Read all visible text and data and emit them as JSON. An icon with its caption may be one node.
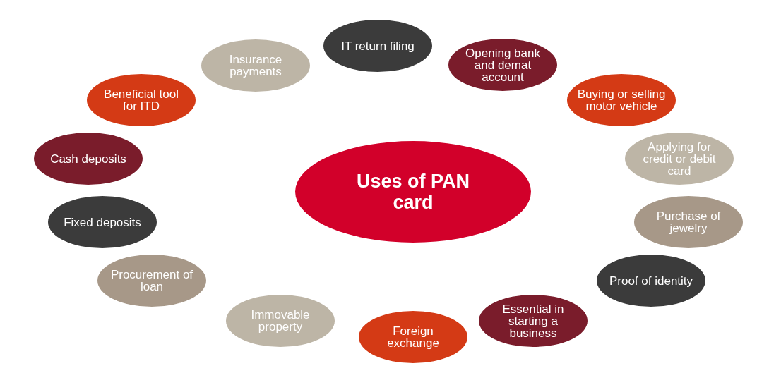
{
  "diagram": {
    "nodes": [
      {
        "text": [
          "Uses of PAN card"
        ]
      },
      {
        "text": [
          "IT return filing"
        ]
      },
      {
        "text": [
          "Opening bank and demat account"
        ]
      },
      {
        "text": [
          "Buying or selling motor vehicle"
        ]
      },
      {
        "text": [
          "Applying for credit or debit card"
        ]
      },
      {
        "text": [
          "Purchase of jewelry"
        ]
      },
      {
        "text": [
          "Proof of identity"
        ]
      },
      {
        "text": [
          "Essential in starting a business"
        ]
      },
      {
        "text": [
          "Foreign exchange"
        ]
      },
      {
        "text": [
          "Immovable property"
        ]
      },
      {
        "text": [
          "Procurement of loan"
        ]
      },
      {
        "text": [
          "Fixed deposits"
        ]
      },
      {
        "text": [
          "Cash deposits"
        ]
      },
      {
        "text": [
          "Beneficial tool for ITD"
        ]
      },
      {
        "text": [
          "Insurance payments"
        ]
      }
    ],
    "edges": []
  }
}
